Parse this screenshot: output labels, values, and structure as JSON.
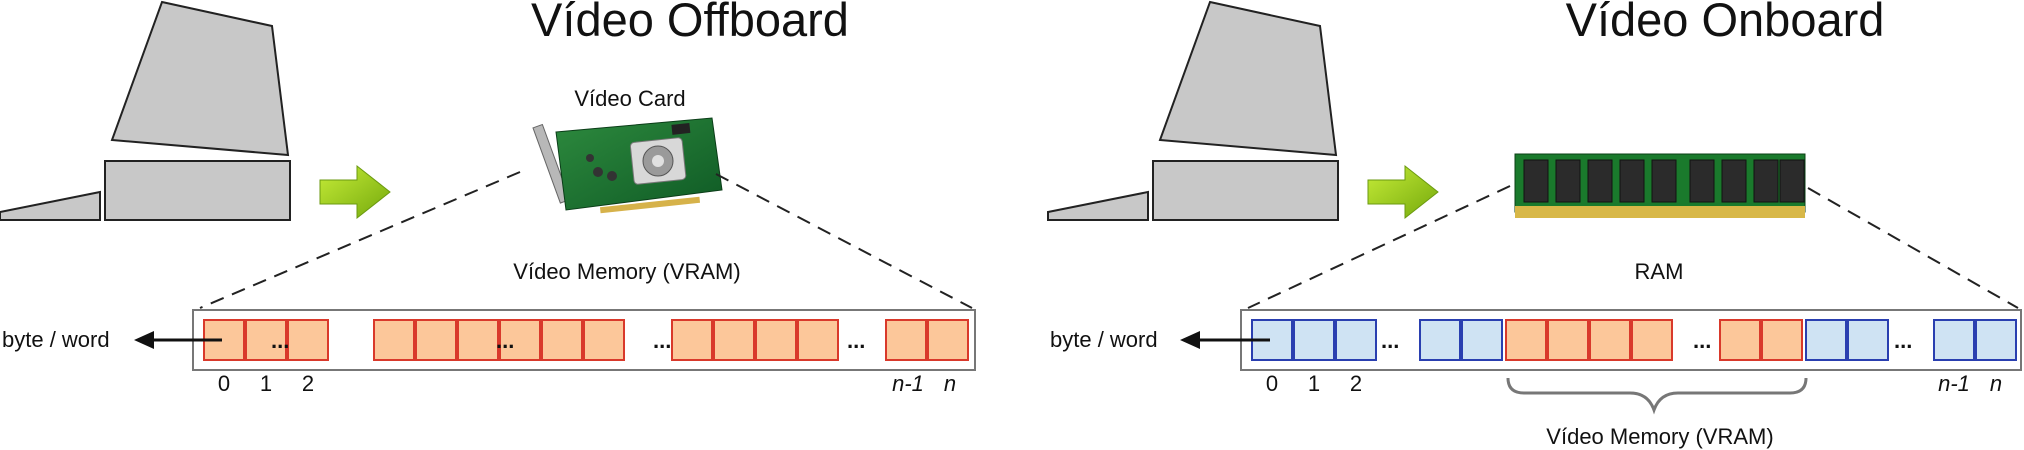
{
  "left_panel": {
    "title": "Vídeo Offboard",
    "device_label": "Vídeo Card",
    "memory_label": "Vídeo Memory (VRAM)",
    "pointer_label": "byte / word",
    "index_labels": [
      "0",
      "1",
      "2",
      "n-1",
      "n"
    ],
    "ellipsis": "..."
  },
  "right_panel": {
    "title": "Vídeo Onboard",
    "memory_label": "RAM",
    "pointer_label": "byte / word",
    "index_labels": [
      "0",
      "1",
      "2",
      "n-1",
      "n"
    ],
    "ellipsis": "...",
    "brace_label": "Vídeo Memory (VRAM)"
  },
  "colors": {
    "vram_fill": "#fcc79a",
    "vram_stroke": "#d9392b",
    "ram_fill": "#cfe3f3",
    "ram_stroke": "#2a3fb0",
    "arrow_green": "#9acd1e",
    "computer_gray": "#c8c8c8"
  },
  "icons": [
    "computer-icon",
    "arrow-right-icon",
    "video-card-icon",
    "ram-module-icon"
  ]
}
